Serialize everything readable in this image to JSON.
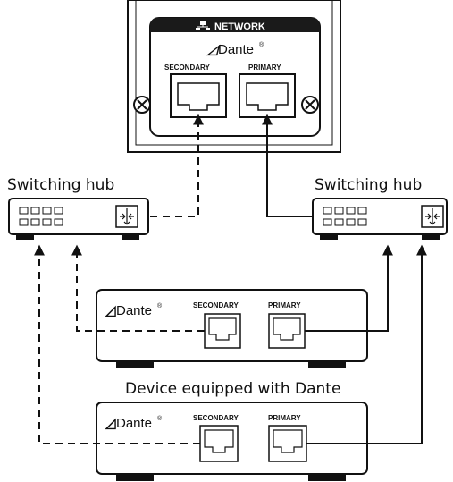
{
  "top_panel": {
    "network_label": "NETWORK",
    "brand": "Dante",
    "brand_mark": "®",
    "port_secondary_label": "SECONDARY",
    "port_primary_label": "PRIMARY"
  },
  "hubs": {
    "left_label": "Switching hub",
    "right_label": "Switching hub"
  },
  "devices": {
    "caption": "Device equipped with Dante",
    "brand": "Dante",
    "brand_mark": "®",
    "port_secondary_label": "SECONDARY",
    "port_primary_label": "PRIMARY"
  },
  "legend_styles": {
    "primary_line": "solid",
    "secondary_line": "dashed"
  },
  "icons": {
    "network": "network-icon",
    "switch_symbol": "switch-arrows-icon",
    "port": "rj45-port-icon"
  }
}
